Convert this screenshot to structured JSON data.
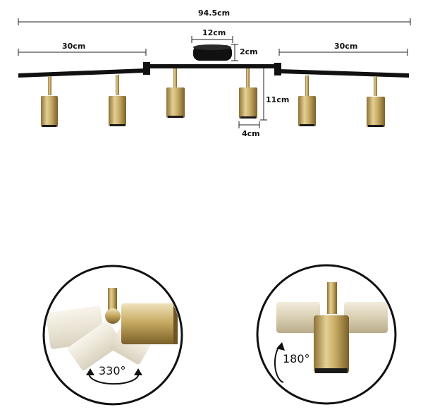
{
  "dimensions": {
    "total_width": "94.5cm",
    "left_arm": "30cm",
    "right_arm": "30cm",
    "canopy_width": "12cm",
    "canopy_height": "2cm",
    "spot_height": "11cm",
    "spot_diameter": "4cm"
  },
  "rotation": {
    "horizontal": "330°",
    "vertical": "180°"
  },
  "colors": {
    "bar": "#111111",
    "brass_light": "#e3cf95",
    "brass_dark": "#8e7235"
  }
}
